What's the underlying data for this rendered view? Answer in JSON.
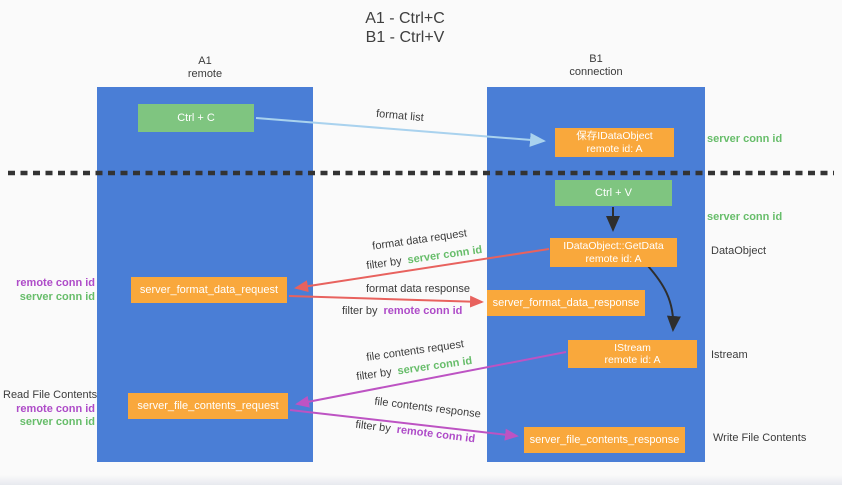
{
  "title": {
    "line1": "A1 - Ctrl+C",
    "line2": "B1 - Ctrl+V"
  },
  "columns": {
    "a1": {
      "id": "A1",
      "role": "remote"
    },
    "b1": {
      "id": "B1",
      "role": "connection"
    }
  },
  "nodes": {
    "ctrl_c": "Ctrl + C",
    "ctrl_v": "Ctrl + V",
    "save_idataobject": {
      "line1": "保存IDataObject",
      "line2": "remote id: A"
    },
    "getdata": {
      "line1": "IDataObject::GetData",
      "line2": "remote id: A"
    },
    "istream": {
      "line1": "IStream",
      "line2": "remote id: A"
    },
    "format_request": "server_format_data_request",
    "format_response": "server_format_data_response",
    "file_request": "server_file_contents_request",
    "file_response": "server_file_contents_response"
  },
  "edge_labels": {
    "format_list": "format list",
    "format_data_request": "format data request",
    "format_data_response": "format data response",
    "file_contents_request": "file contents request",
    "file_contents_response": "file contents response",
    "filter_by": "filter by",
    "server_conn_id": "server conn id",
    "remote_conn_id": "remote conn id"
  },
  "side_labels": {
    "server_conn_id_top": "server conn id",
    "server_conn_id_mid": "server conn id",
    "dataobject": "DataObject",
    "istream": "Istream",
    "read_file_contents": "Read File Contents",
    "write_file_contents": "Write File Contents",
    "remote_conn_id": "remote conn id",
    "server_conn_id": "server conn id"
  },
  "colors": {
    "column-blue": "#4a7ed6",
    "box-green": "#7fc580",
    "box-orange": "#f9a83c",
    "arrow-lightblue": "#a9d2ee",
    "arrow-red": "#e8625e",
    "arrow-magenta": "#bd53c3",
    "arrow-black": "#2e2e2e",
    "text-green": "#67bd6a",
    "text-purple": "#ae4bc8",
    "text-dark": "#3c3c3c"
  }
}
